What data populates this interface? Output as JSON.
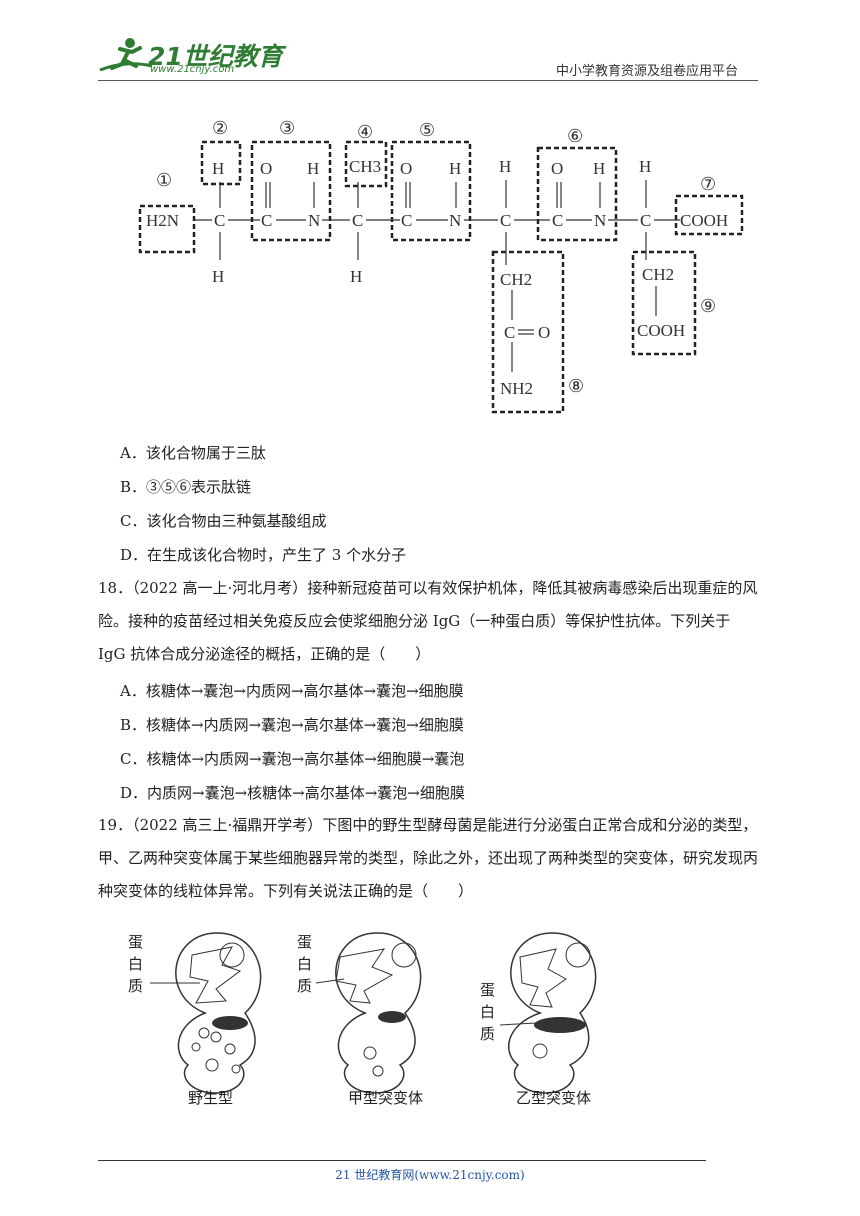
{
  "header": {
    "logo_text": "21世纪教育",
    "logo_url": "www.21cnjy.com",
    "platform": "中小学教育资源及组卷应用平台"
  },
  "molecule": {
    "circle_labels": [
      "①",
      "②",
      "③",
      "④",
      "⑤",
      "⑥",
      "⑦",
      "⑧",
      "⑨"
    ],
    "groups": {
      "amino": "H2N",
      "carbon": "C",
      "hydrogen": "H",
      "oxygen": "O",
      "nitrogen": "N",
      "methyl": "CH3",
      "methylene": "CH2",
      "carboxyl": "COOH",
      "side_amide_nh2": "NH2",
      "side_carbonyl_o": "O"
    }
  },
  "q17": {
    "options": [
      {
        "letter": "A．",
        "text": "该化合物属于三肽"
      },
      {
        "letter": "B．",
        "text": "③⑤⑥表示肽链"
      },
      {
        "letter": "C．",
        "text": "该化合物由三种氨基酸组成"
      },
      {
        "letter": "D．",
        "text": "在生成该化合物时，产生了 3 个水分子"
      }
    ]
  },
  "q18": {
    "number": "18．",
    "source": "（2022 高一上·河北月考）",
    "stem": "接种新冠疫苗可以有效保护机体，降低其被病毒感染后出现重症的风险。接种的疫苗经过相关免疫反应会使浆细胞分泌 IgG（一种蛋白质）等保护性抗体。下列关于 IgG 抗体合成分泌途径的概括，正确的是（　　）",
    "options": [
      {
        "letter": "A．",
        "text": "核糖体→囊泡→内质网→高尔基体→囊泡→细胞膜"
      },
      {
        "letter": "B．",
        "text": "核糖体→内质网→囊泡→高尔基体→囊泡→细胞膜"
      },
      {
        "letter": "C．",
        "text": "核糖体→内质网→囊泡→高尔基体→细胞膜→囊泡"
      },
      {
        "letter": "D．",
        "text": "内质网→囊泡→核糖体→高尔基体→囊泡→细胞膜"
      }
    ]
  },
  "q19": {
    "number": "19．",
    "source": "（2022 高三上·福鼎开学考）",
    "stem": "下图中的野生型酵母菌是能进行分泌蛋白正常合成和分泌的类型，甲、乙两种突变体属于某些细胞器异常的类型，除此之外，还出现了两种类型的突变体，研究发现丙种突变体的线粒体异常。下列有关说法正确的是（　　）",
    "figure": {
      "protein_label": "蛋白质",
      "cells": [
        "野生型",
        "甲型突变体",
        "乙型突变体"
      ]
    }
  },
  "footer": {
    "text": "21 世纪教育网(www.21cnjy.com)"
  }
}
